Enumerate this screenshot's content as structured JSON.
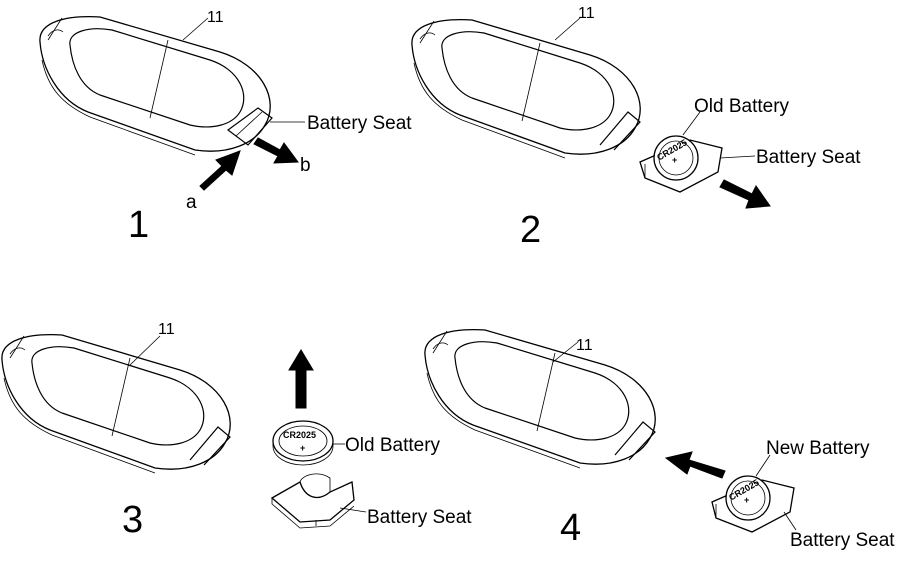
{
  "steps": [
    {
      "number": "1",
      "part_ref": "11",
      "label_battery_seat": "Battery Seat",
      "arrow_a": "a",
      "arrow_b": "b"
    },
    {
      "number": "2",
      "part_ref": "11",
      "label_old_battery": "Old Battery",
      "label_battery_seat": "Battery Seat",
      "coin_text": "CR2025"
    },
    {
      "number": "3",
      "part_ref": "11",
      "label_old_battery": "Old Battery",
      "label_battery_seat": "Battery Seat",
      "coin_text": "CR2025"
    },
    {
      "number": "4",
      "part_ref": "11",
      "label_new_battery": "New Battery",
      "label_battery_seat": "Battery Seat",
      "coin_text": "CR2025"
    }
  ]
}
